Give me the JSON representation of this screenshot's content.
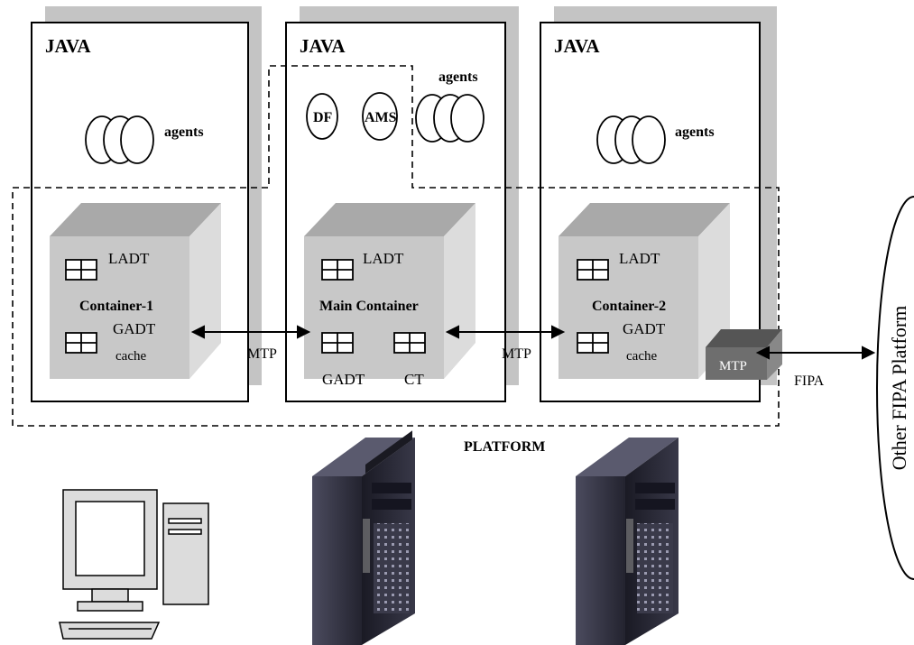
{
  "diagram": {
    "java_label": "JAVA",
    "agents_label": "agents",
    "df_label": "DF",
    "ams_label": "AMS",
    "ladt_label": "LADT",
    "gadt_label": "GADT",
    "cache_label": "cache",
    "ct_label": "CT",
    "mtp_label": "MTP",
    "fipa_label": "FIPA",
    "platform_label": "PLATFORM",
    "other_platform_label": "Other FIPA Platform",
    "containers": [
      {
        "name": "Container-1"
      },
      {
        "name": "Main Container"
      },
      {
        "name": "Container-2"
      }
    ],
    "colors": {
      "shadow": "#c4c4c4",
      "cube_front": "#c8c8c8",
      "cube_top": "#a9a9a9",
      "cube_side": "#dcdcdc",
      "mtp_box": "#6e6e6e",
      "server_dark": "#2b2b3a"
    }
  }
}
